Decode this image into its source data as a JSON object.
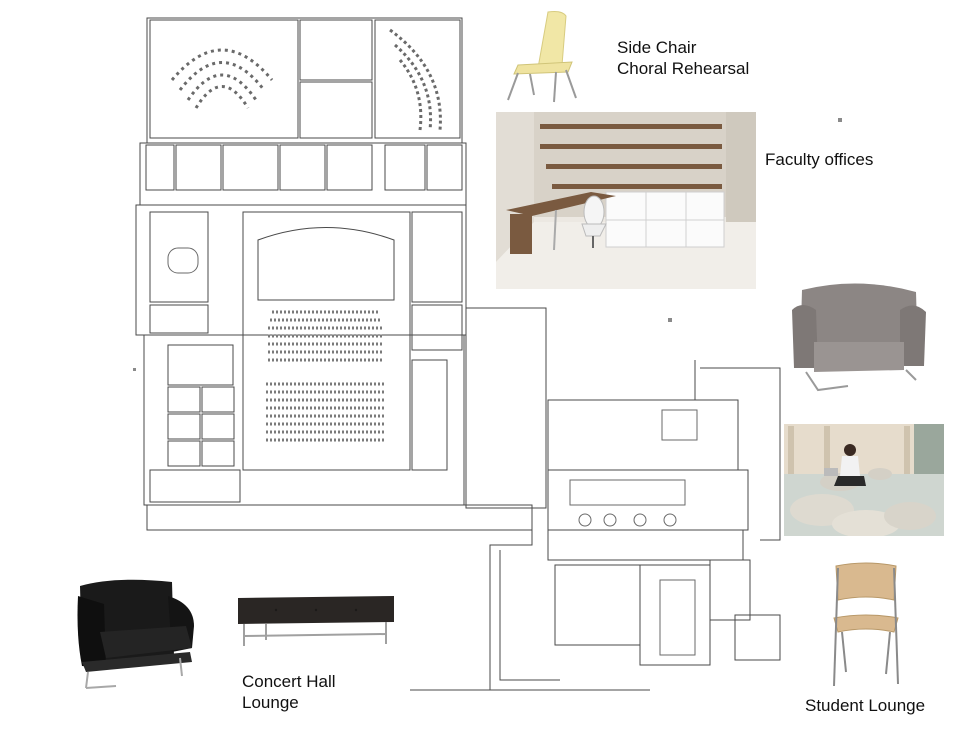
{
  "labels": {
    "side_chair": "Side Chair",
    "choral_rehearsal": "Choral Rehearsal",
    "faculty_offices": "Faculty offices",
    "concert_hall": "Concert Hall",
    "lounge": "Lounge",
    "student_lounge": "Student Lounge"
  },
  "colors": {
    "plan_line": "#4a4a4a",
    "plan_light": "#9a9a9a",
    "office_wall": "#d8d2c8",
    "office_shelf": "#7a5a40",
    "lounge_floor": "#cfd6d0",
    "chair_grey": "#8c8684",
    "leather_black": "#1a1a1a",
    "bench_fabric": "#2a2624",
    "wood_seat": "#d9b98f",
    "pale_yellow": "#f1e7a6"
  }
}
